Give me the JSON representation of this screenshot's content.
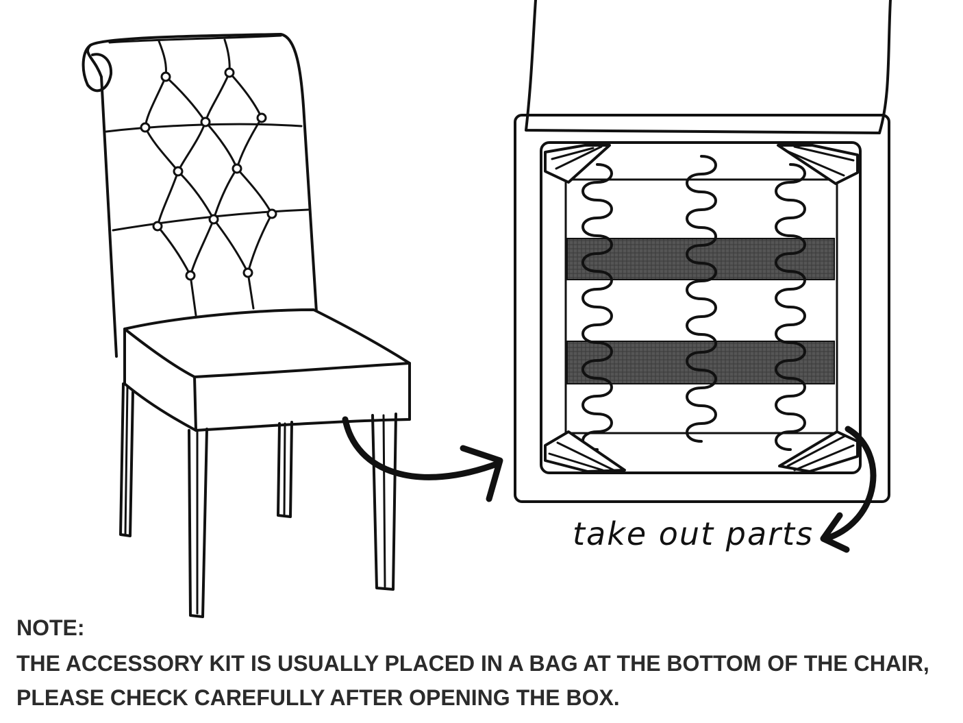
{
  "callout": {
    "text": "take out parts"
  },
  "note": {
    "title": "NOTE:",
    "lines": [
      "THE ACCESSORY KIT IS USUALLY PLACED IN A BAG AT THE BOTTOM OF THE CHAIR,",
      "PLEASE CHECK CAREFULLY AFTER OPENING THE BOX."
    ]
  },
  "colors": {
    "ink": "#111111",
    "note_text": "#2b2b2b",
    "webbing": "#4a4a4a",
    "background": "#ffffff"
  }
}
